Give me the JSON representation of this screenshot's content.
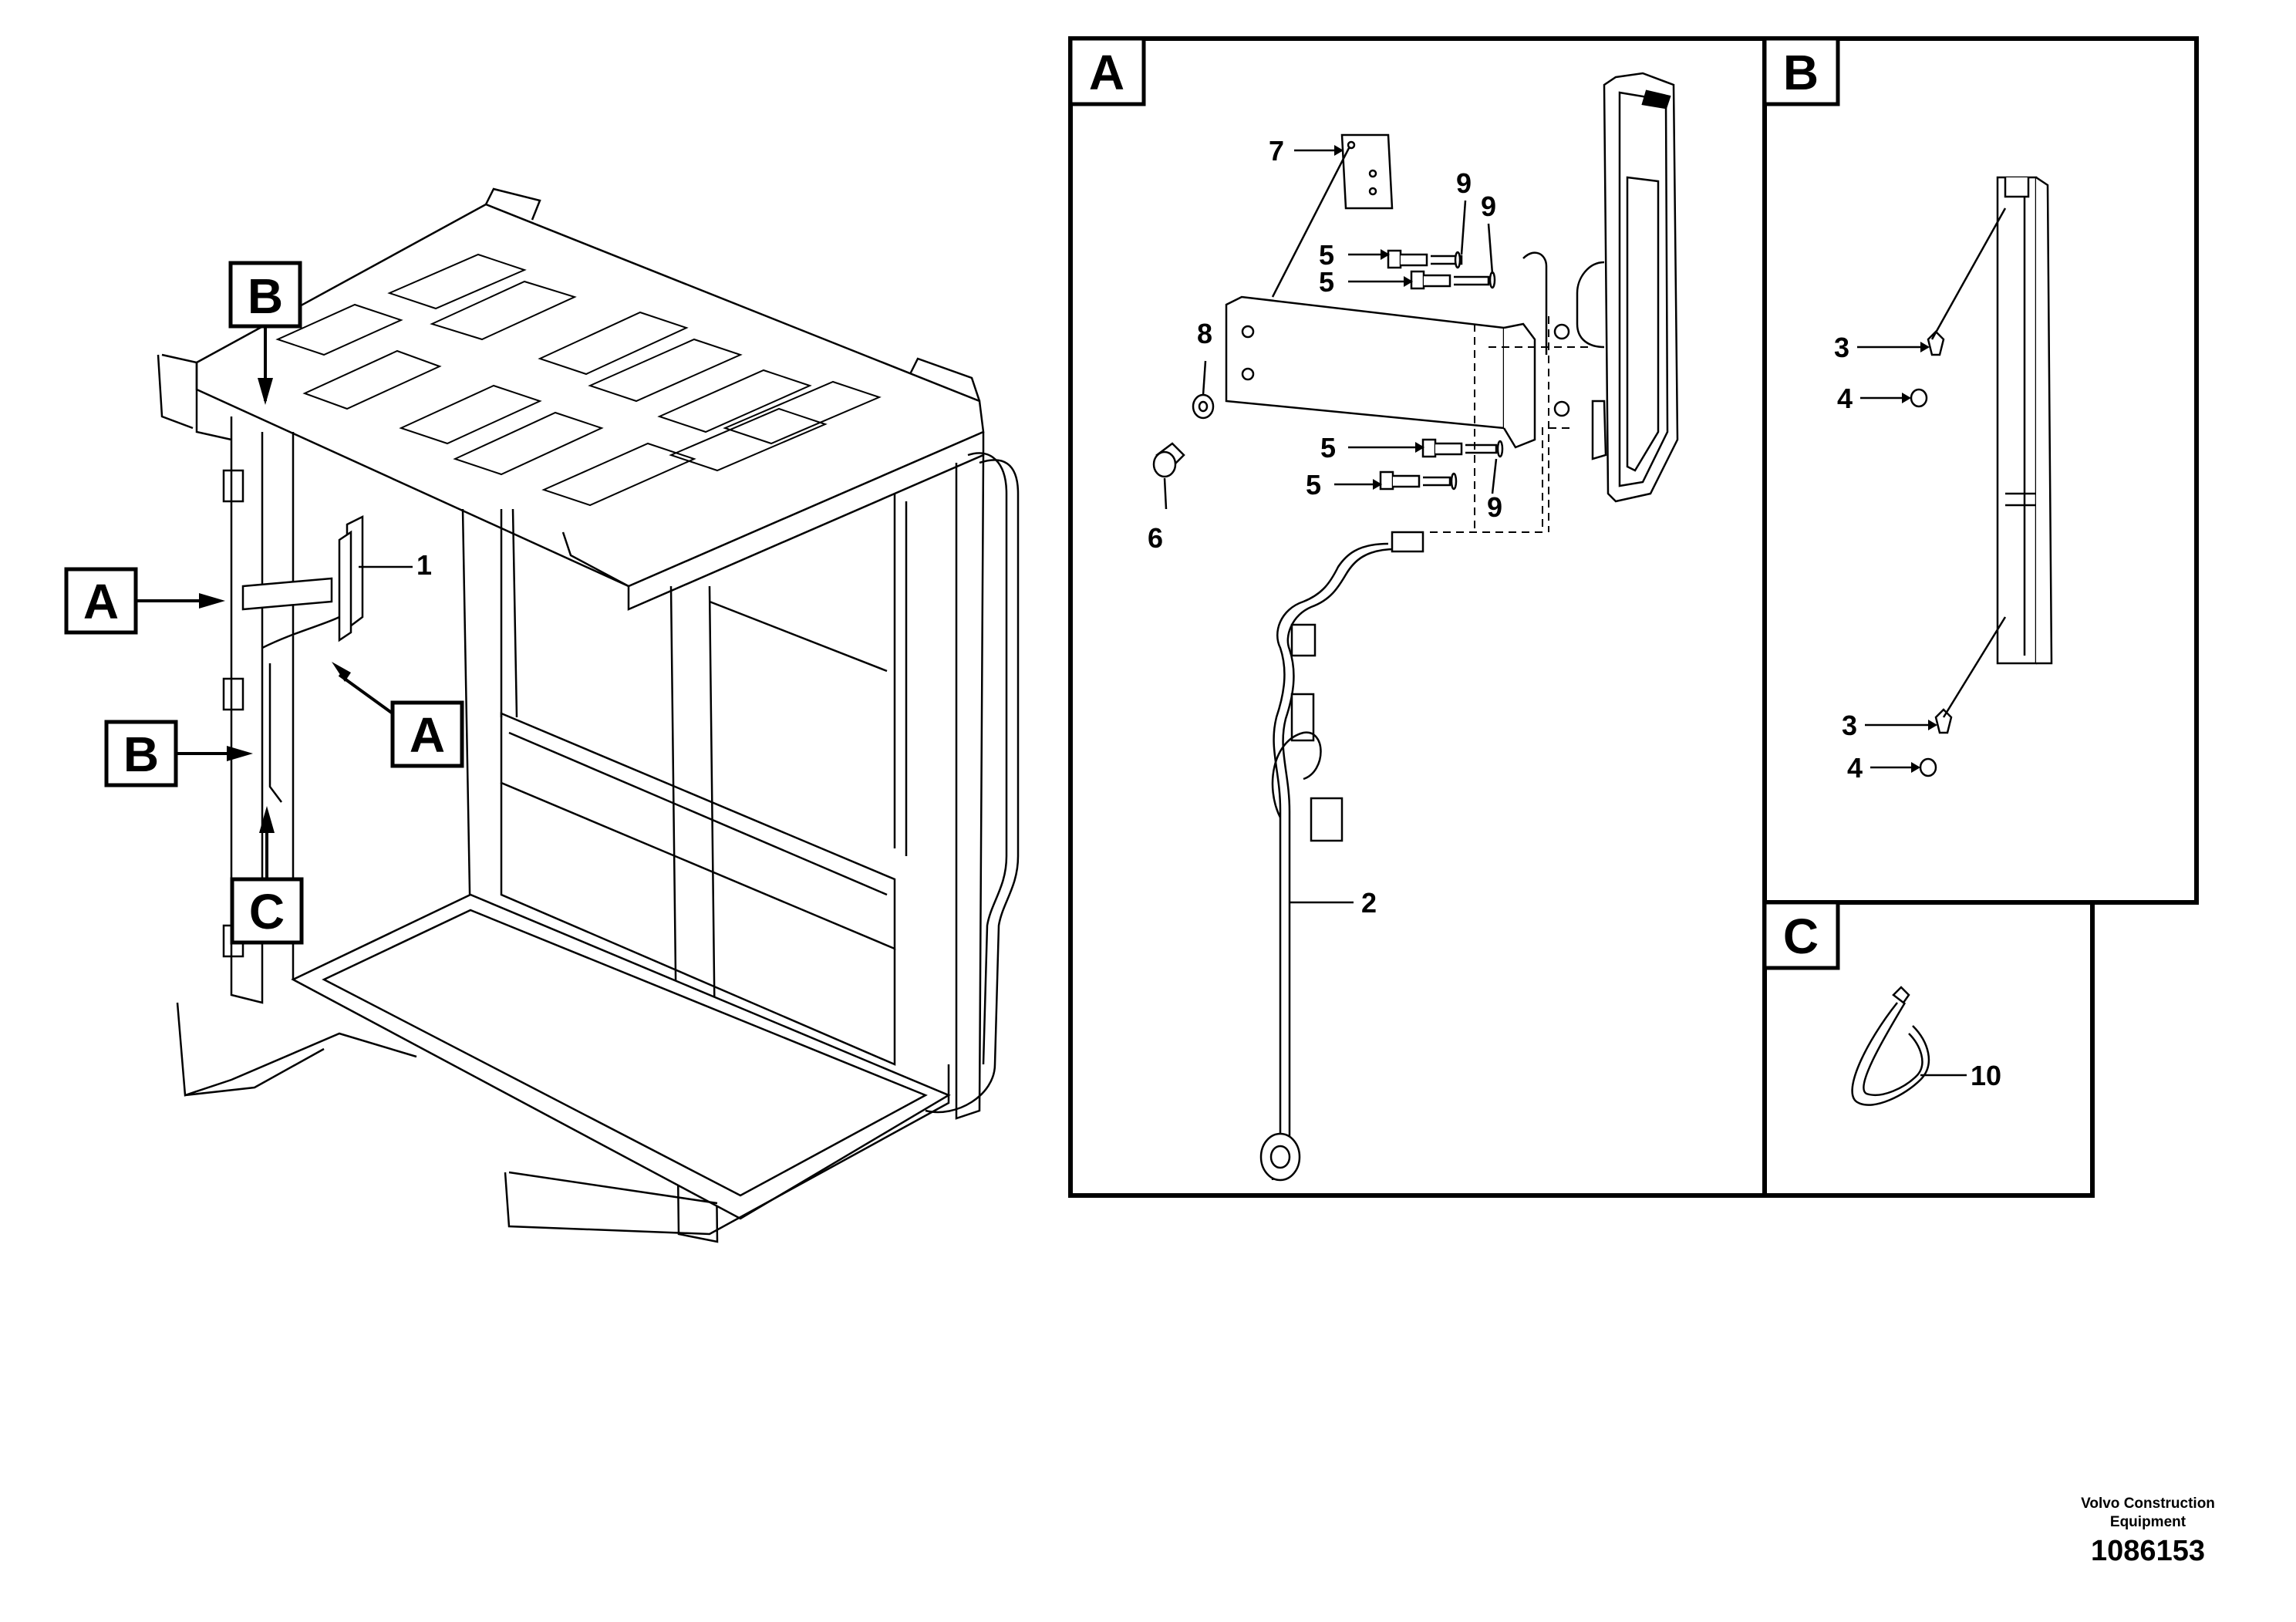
{
  "callouts": {
    "A": "A",
    "B": "B",
    "C": "C"
  },
  "part_numbers": {
    "p1": "1",
    "p2": "2",
    "p3": "3",
    "p4": "4",
    "p5": "5",
    "p6": "6",
    "p7": "7",
    "p8": "8",
    "p9": "9",
    "p10": "10"
  },
  "footer": {
    "company": "Volvo Construction Equipment",
    "document_number": "1086153"
  }
}
